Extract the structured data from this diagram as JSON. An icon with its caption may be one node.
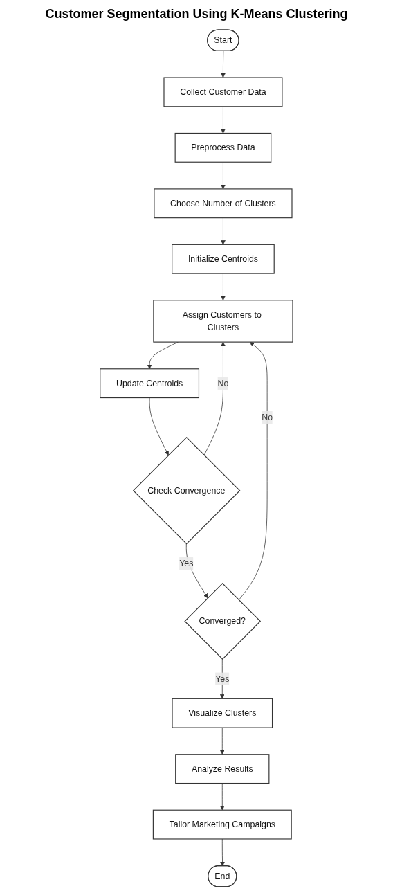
{
  "diagram": {
    "title": "Customer Segmentation Using K-Means Clustering",
    "nodes": [
      {
        "text": [
          "Start"
        ]
      },
      {
        "text": [
          "Collect Customer Data"
        ]
      },
      {
        "text": [
          "Preprocess Data"
        ]
      },
      {
        "text": [
          "Choose Number of Clusters"
        ]
      },
      {
        "text": [
          "Initialize Centroids"
        ]
      },
      {
        "text": [
          "Assign Customers to Clusters"
        ]
      },
      {
        "text": [
          "Update Centroids"
        ]
      },
      {
        "text": [
          "Check Convergence"
        ]
      },
      {
        "text": [
          "Converged?"
        ]
      },
      {
        "text": [
          "Visualize Clusters"
        ]
      },
      {
        "text": [
          "Analyze Results"
        ]
      },
      {
        "text": [
          "Tailor Marketing Campaigns"
        ]
      },
      {
        "text": [
          "End"
        ]
      }
    ],
    "edges": [
      {
        "from": 0,
        "to": 1,
        "arrow": "to"
      },
      {
        "from": 1,
        "to": 2,
        "arrow": "to"
      },
      {
        "from": 2,
        "to": 3,
        "arrow": "to"
      },
      {
        "from": 3,
        "to": 4,
        "arrow": "to"
      },
      {
        "from": 4,
        "to": 5,
        "arrow": "to"
      },
      {
        "from": 5,
        "to": 6,
        "arrow": "to"
      },
      {
        "from": 6,
        "to": 7,
        "arrow": "to"
      },
      {
        "from": 7,
        "to": 8,
        "arrow": "to",
        "label": "Yes"
      },
      {
        "from": 7,
        "to": 5,
        "arrow": "to",
        "label": "No"
      },
      {
        "from": 8,
        "to": 9,
        "arrow": "to",
        "label": "Yes"
      },
      {
        "from": 8,
        "to": 5,
        "arrow": "to",
        "label": "No"
      },
      {
        "from": 9,
        "to": 10,
        "arrow": "to"
      },
      {
        "from": 10,
        "to": 11,
        "arrow": "to"
      },
      {
        "from": 11,
        "to": 12,
        "arrow": "to"
      }
    ]
  }
}
